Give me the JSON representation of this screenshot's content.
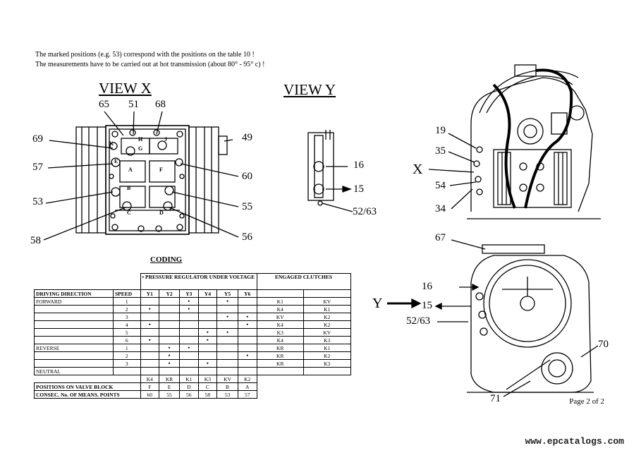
{
  "notes": [
    "The marked positions (e.g. 53) correspond with the positions on the table 10 !",
    "The measurements have to be carried out at hot transmission (about 80° - 95° c) !"
  ],
  "view_x": {
    "title": "VIEW  X",
    "callouts": {
      "c65": "65",
      "c51": "51",
      "c68": "68",
      "c69": "69",
      "c49": "49",
      "c57": "57",
      "c60": "60",
      "c53": "53",
      "c55": "55",
      "c58": "58",
      "c56": "56"
    },
    "letters": {
      "K": "K",
      "H": "H",
      "J": "J",
      "G": "G",
      "E": "E",
      "A": "A",
      "F": "F",
      "B": "B",
      "C": "C",
      "D": "D"
    }
  },
  "view_y": {
    "title": "VIEW  Y",
    "callouts": {
      "c16": "16",
      "c15": "15",
      "c5263": "52/63"
    }
  },
  "right_upper": {
    "c19": "19",
    "c35": "35",
    "x": "X",
    "c54": "54",
    "c34": "34"
  },
  "right_lower": {
    "c67": "67",
    "c16": "16",
    "y": "Y",
    "c15": "15",
    "c5263": "52/63",
    "c70": "70",
    "c71": "71"
  },
  "coding": {
    "title": "CODING",
    "pressure_header": "• PRESSURE REGULATOR UNDER VOLTAGE",
    "clutch_header": "ENGAGED CLUTCHES",
    "col_driving": "DRIVING DIRECTION",
    "col_speed": "SPEED",
    "y_cols": [
      "Y1",
      "Y2",
      "Y3",
      "Y4",
      "Y5",
      "Y6"
    ],
    "rows": [
      {
        "dir": "FORWARD",
        "speed": "1",
        "dots": [
          "",
          "",
          "•",
          "",
          "•",
          ""
        ],
        "k1": "K1",
        "k2": "KV"
      },
      {
        "dir": "",
        "speed": "2",
        "dots": [
          "•",
          "",
          "•",
          "",
          "",
          ""
        ],
        "k1": "K4",
        "k2": "K1"
      },
      {
        "dir": "",
        "speed": "3",
        "dots": [
          "",
          "",
          "",
          "",
          "•",
          "•"
        ],
        "k1": "KV",
        "k2": "K2"
      },
      {
        "dir": "",
        "speed": "4",
        "dots": [
          "•",
          "",
          "",
          "",
          "",
          "•"
        ],
        "k1": "K4",
        "k2": "K2"
      },
      {
        "dir": "",
        "speed": "5",
        "dots": [
          "",
          "",
          "",
          "•",
          "•",
          ""
        ],
        "k1": "K3",
        "k2": "KV"
      },
      {
        "dir": "",
        "speed": "6",
        "dots": [
          "•",
          "",
          "",
          "•",
          "",
          ""
        ],
        "k1": "K4",
        "k2": "K3"
      },
      {
        "dir": "REVERSE",
        "speed": "1",
        "dots": [
          "",
          "•",
          "•",
          "",
          "",
          ""
        ],
        "k1": "KR",
        "k2": "K1"
      },
      {
        "dir": "",
        "speed": "2",
        "dots": [
          "",
          "•",
          "",
          "",
          "",
          "•"
        ],
        "k1": "KR",
        "k2": "K2"
      },
      {
        "dir": "",
        "speed": "3",
        "dots": [
          "",
          "•",
          "",
          "•",
          "",
          ""
        ],
        "k1": "KR",
        "k2": "K3"
      },
      {
        "dir": "NEUTRAL",
        "speed": "",
        "dots": [
          "",
          "",
          "",
          "",
          "",
          ""
        ],
        "k1": "",
        "k2": ""
      }
    ],
    "valve_label": "POSITIONS ON VALVE BLOCK",
    "valve_clutch": [
      "K4",
      "KR",
      "K1",
      "K3",
      "KV",
      "K2"
    ],
    "valve_pos": [
      "F",
      "E",
      "D",
      "C",
      "B",
      "A"
    ],
    "means_label": "CONSEC. No. OF MEANS. POINTS",
    "means": [
      "60",
      "55",
      "56",
      "58",
      "53",
      "57"
    ]
  },
  "footer": "Page 2 of 2",
  "watermark": "www.epcatalogs.com"
}
